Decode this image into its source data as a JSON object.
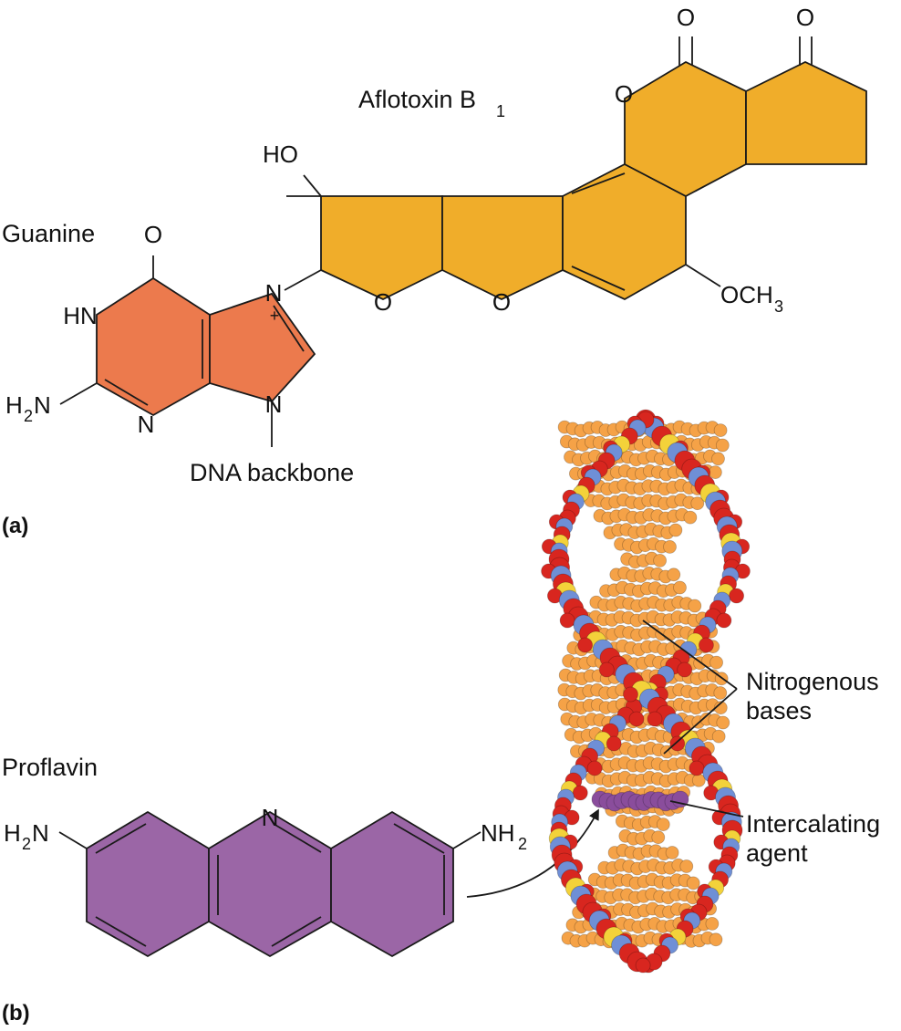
{
  "colors": {
    "guanine": "#ec7a4d",
    "aflatoxin": "#f0ad2a",
    "proflavin": "#9b66a6",
    "helix_base": "#f5a247",
    "atom_red": "#d8261f",
    "atom_blue": "#6f8fd6",
    "atom_yellow": "#f3d23a",
    "intercalator": "#8a4d9c"
  },
  "panel_a": {
    "panel_label": "(a)",
    "guanine_label": "Guanine",
    "aflatoxin_label": "Aflotoxin B",
    "aflatoxin_subscript": "1",
    "backbone_label": "DNA backbone",
    "atoms": {
      "o_guanine": "O",
      "hn": "HN",
      "h2n_h": "H",
      "h2n_sub": "2",
      "h2n_n": "N",
      "n_bottom": "N",
      "n_plus": "N",
      "plus": "+",
      "n_nine": "N",
      "ho": "HO",
      "o_ring1": "O",
      "o_ring2": "O",
      "och3_main": "OCH",
      "och3_sub": "3",
      "o_lactone": "O",
      "o_carbonyl1": "O",
      "o_carbonyl2": "O"
    }
  },
  "panel_b": {
    "panel_label": "(b)",
    "proflavin_label": "Proflavin",
    "atoms": {
      "h2n_left_h": "H",
      "h2n_left_sub": "2",
      "h2n_left_n": "N",
      "n_ring": "N",
      "nh2_right_main": "NH",
      "nh2_right_sub": "2"
    },
    "callout_bases_line1": "Nitrogenous",
    "callout_bases_line2": "bases",
    "callout_agent_line1": "Intercalating",
    "callout_agent_line2": "agent"
  }
}
